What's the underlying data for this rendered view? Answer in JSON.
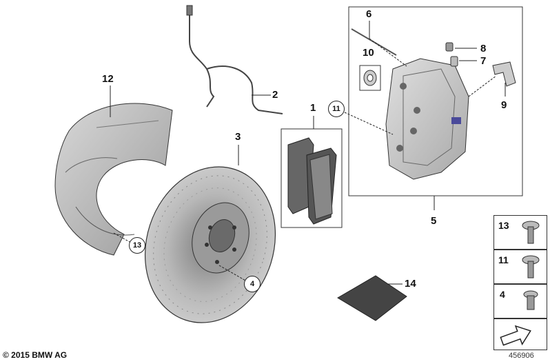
{
  "callouts": {
    "c1": "1",
    "c2": "2",
    "c3": "3",
    "c4": "4",
    "c5": "5",
    "c6": "6",
    "c7": "7",
    "c8": "8",
    "c9": "9",
    "c10": "10",
    "c12": "12",
    "c14": "14"
  },
  "circled": {
    "rotor_bolt": "4",
    "caliper_bolt": "11",
    "shield_bolt": "13"
  },
  "hardware_panel": {
    "r1": "13",
    "r2": "11",
    "r3": "4"
  },
  "footer": {
    "copyright": "© 2015 BMW AG",
    "image_number": "456906"
  },
  "colors": {
    "line": "#222222",
    "part_fill": "#bdbdbd",
    "dark_fill": "#555555"
  }
}
